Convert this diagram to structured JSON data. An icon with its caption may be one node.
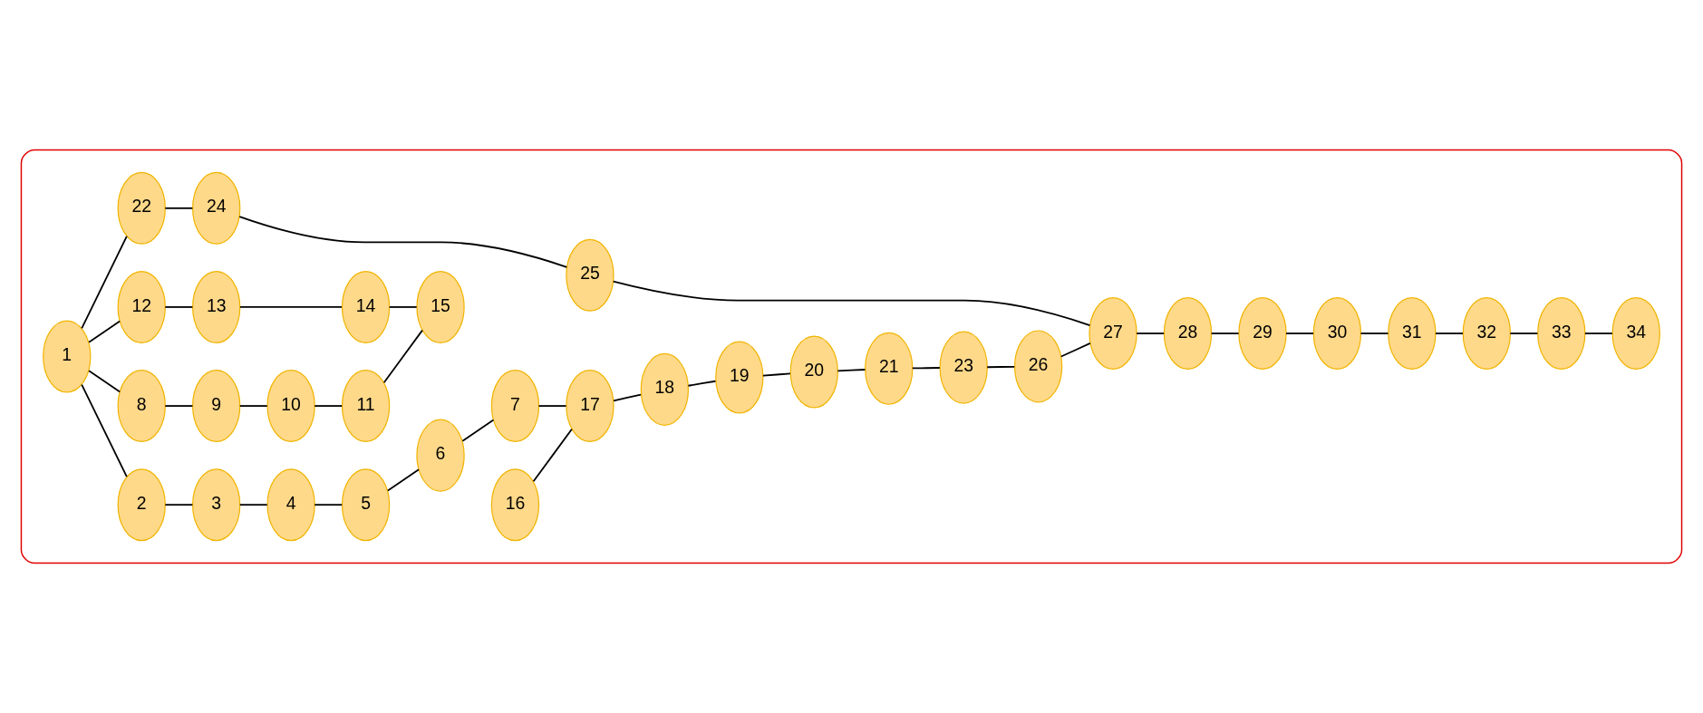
{
  "diagram": {
    "nodes": [
      {
        "text": [],
        "shape": "outline"
      },
      {
        "text": [
          "1"
        ],
        "in": 0
      },
      {
        "text": [
          "2"
        ],
        "in": 0
      },
      {
        "text": [
          "3"
        ],
        "in": 0
      },
      {
        "text": [
          "4"
        ],
        "in": 0
      },
      {
        "text": [
          "5"
        ],
        "in": 0
      },
      {
        "text": [
          "6"
        ],
        "in": 0
      },
      {
        "text": [
          "7"
        ],
        "in": 0
      },
      {
        "text": [
          "8"
        ],
        "in": 0
      },
      {
        "text": [
          "9"
        ],
        "in": 0
      },
      {
        "text": [
          "10"
        ],
        "in": 0
      },
      {
        "text": [
          "11"
        ],
        "in": 0
      },
      {
        "text": [
          "12"
        ],
        "in": 0
      },
      {
        "text": [
          "13"
        ],
        "in": 0
      },
      {
        "text": [
          "14"
        ],
        "in": 0
      },
      {
        "text": [
          "15"
        ],
        "in": 0
      },
      {
        "text": [
          "16"
        ],
        "in": 0
      },
      {
        "text": [
          "17"
        ],
        "in": 0
      },
      {
        "text": [
          "18"
        ],
        "in": 0
      },
      {
        "text": [
          "19"
        ],
        "in": 0
      },
      {
        "text": [
          "20"
        ],
        "in": 0
      },
      {
        "text": [
          "21"
        ],
        "in": 0
      },
      {
        "text": [
          "22"
        ],
        "in": 0
      },
      {
        "text": [
          "23"
        ],
        "in": 0
      },
      {
        "text": [
          "24"
        ],
        "in": 0
      },
      {
        "text": [
          "25"
        ],
        "in": 0
      },
      {
        "text": [
          "26"
        ],
        "in": 0
      },
      {
        "text": [
          "27"
        ],
        "in": 0
      },
      {
        "text": [
          "28"
        ],
        "in": 0
      },
      {
        "text": [
          "29"
        ],
        "in": 0
      },
      {
        "text": [
          "30"
        ],
        "in": 0
      },
      {
        "text": [
          "31"
        ],
        "in": 0
      },
      {
        "text": [
          "32"
        ],
        "in": 0
      },
      {
        "text": [
          "33"
        ],
        "in": 0
      },
      {
        "text": [
          "34"
        ],
        "in": 0
      }
    ],
    "edges": [
      {
        "from": 1,
        "to": 2,
        "arrow": "none"
      },
      {
        "from": 2,
        "to": 3,
        "arrow": "none"
      },
      {
        "from": 3,
        "to": 4,
        "arrow": "none"
      },
      {
        "from": 4,
        "to": 5,
        "arrow": "none"
      },
      {
        "from": 5,
        "to": 6,
        "arrow": "none"
      },
      {
        "from": 6,
        "to": 7,
        "arrow": "none"
      },
      {
        "from": 7,
        "to": 17,
        "arrow": "none"
      },
      {
        "from": 1,
        "to": 8,
        "arrow": "none"
      },
      {
        "from": 8,
        "to": 9,
        "arrow": "none"
      },
      {
        "from": 9,
        "to": 10,
        "arrow": "none"
      },
      {
        "from": 10,
        "to": 11,
        "arrow": "none"
      },
      {
        "from": 11,
        "to": 15,
        "arrow": "none"
      },
      {
        "from": 1,
        "to": 12,
        "arrow": "none"
      },
      {
        "from": 12,
        "to": 13,
        "arrow": "none"
      },
      {
        "from": 13,
        "to": 14,
        "arrow": "none"
      },
      {
        "from": 14,
        "to": 15,
        "arrow": "none"
      },
      {
        "from": 16,
        "to": 17,
        "arrow": "none"
      },
      {
        "from": 17,
        "to": 18,
        "arrow": "none"
      },
      {
        "from": 18,
        "to": 19,
        "arrow": "none"
      },
      {
        "from": 19,
        "to": 20,
        "arrow": "none"
      },
      {
        "from": 20,
        "to": 21,
        "arrow": "none"
      },
      {
        "from": 21,
        "to": 23,
        "arrow": "none"
      },
      {
        "from": 23,
        "to": 26,
        "arrow": "none"
      },
      {
        "from": 26,
        "to": 27,
        "arrow": "none"
      },
      {
        "from": 27,
        "to": 28,
        "arrow": "none"
      },
      {
        "from": 28,
        "to": 29,
        "arrow": "none"
      },
      {
        "from": 29,
        "to": 30,
        "arrow": "none"
      },
      {
        "from": 30,
        "to": 31,
        "arrow": "none"
      },
      {
        "from": 31,
        "to": 32,
        "arrow": "none"
      },
      {
        "from": 32,
        "to": 33,
        "arrow": "none"
      },
      {
        "from": 33,
        "to": 34,
        "arrow": "none"
      },
      {
        "from": 1,
        "to": 22,
        "arrow": "none"
      },
      {
        "from": 22,
        "to": 24,
        "arrow": "none"
      },
      {
        "from": 24,
        "to": 25,
        "arrow": "none"
      },
      {
        "from": 25,
        "to": 27,
        "arrow": "none"
      }
    ]
  }
}
